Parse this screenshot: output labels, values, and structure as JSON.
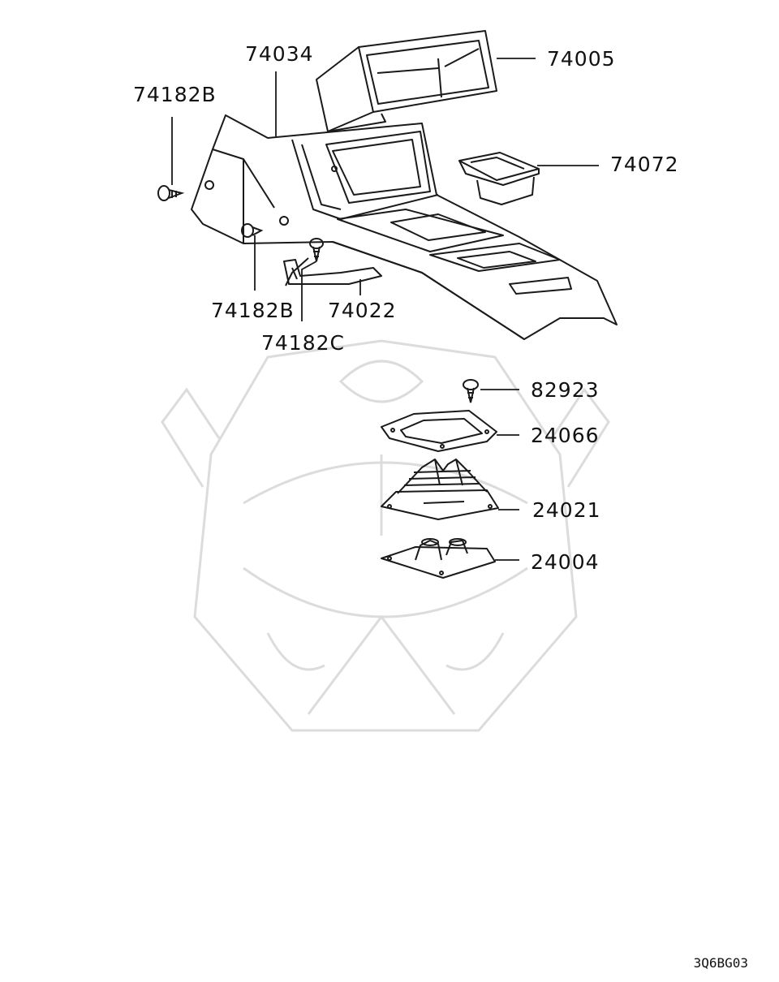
{
  "callouts": {
    "p74034": "74034",
    "p74005": "74005",
    "p74182B_top": "74182B",
    "p74072": "74072",
    "p74182B_bottom": "74182B",
    "p74022": "74022",
    "p74182C": "74182C",
    "p82923": "82923",
    "p24066": "24066",
    "p24021": "24021",
    "p24004": "24004"
  },
  "diagram_code": "3Q6BG03",
  "colors": {
    "line": "#1a1a1a",
    "watermark": "#dcdcdc"
  }
}
